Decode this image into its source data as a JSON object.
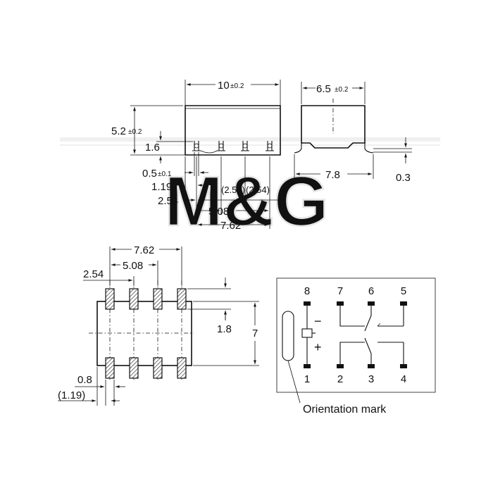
{
  "watermark": {
    "logo_text": "M&G"
  },
  "side_view": {
    "length": "10",
    "length_tol": "±0.2",
    "height": "5.2",
    "height_tol": "±0.2",
    "standoff": "1.6",
    "lead_width": "0.5",
    "lead_width_tol": "±0.1",
    "lead_offset": "1.19",
    "pitch_1": "(2.54)",
    "pitch_2": "(2.54)",
    "edge_pitch": "2.54",
    "span_1": "5.08",
    "span_2": "7.62"
  },
  "end_view": {
    "width": "6.5",
    "width_tol": "±0.2",
    "lead_span": "7.8",
    "lead_thickness": "0.3"
  },
  "footprint": {
    "span_outer": "7.62",
    "span_inner": "5.08",
    "pitch": "2.54",
    "pad_length": "1.8",
    "row_spacing": "7",
    "pad_width": "0.8",
    "pad_offset": "(1.19)"
  },
  "schematic": {
    "pins_top": [
      "8",
      "7",
      "6",
      "5"
    ],
    "pins_bottom": [
      "1",
      "2",
      "3",
      "4"
    ],
    "minus_sign": "−",
    "plus_sign": "+",
    "orientation_label": "Orientation mark"
  }
}
